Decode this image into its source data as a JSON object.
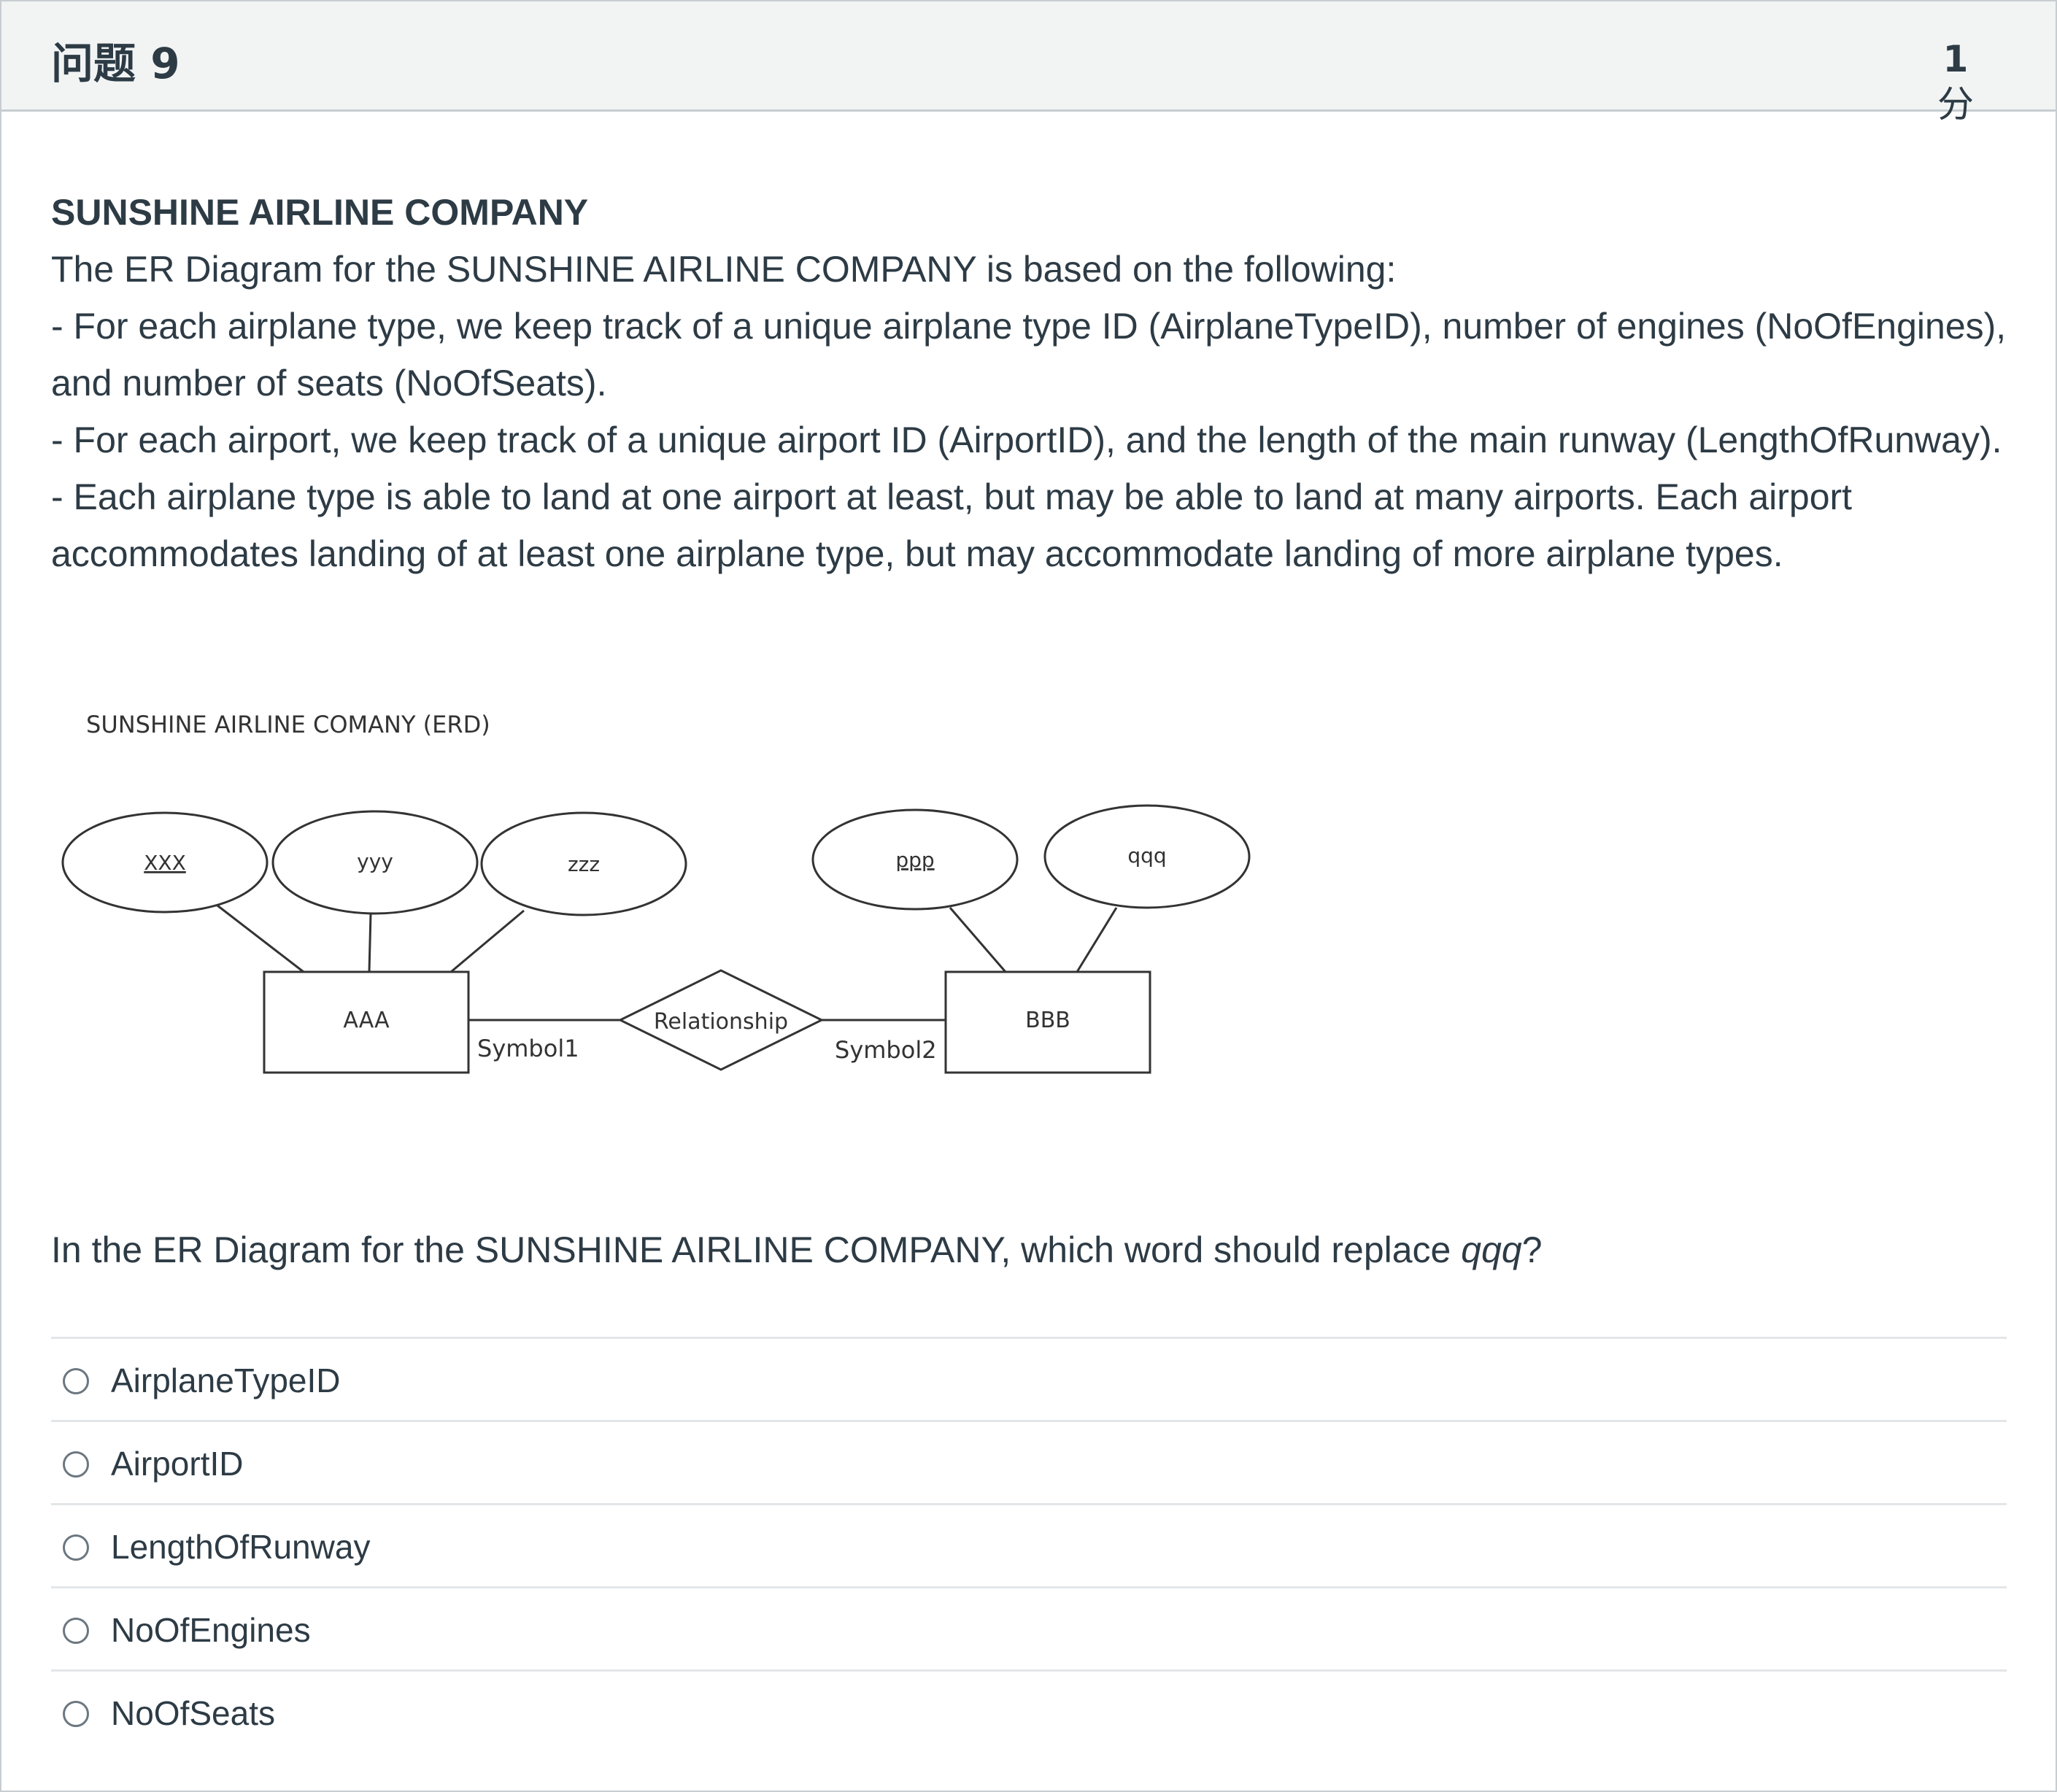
{
  "header": {
    "question_name": "问题 9",
    "points_value": "1",
    "points_unit": "分"
  },
  "question": {
    "title": "SUNSHINE AIRLINE COMPANY",
    "paragraphs": [
      "The ER Diagram for the SUNSHINE AIRLINE COMPANY is based on the following:",
      "- For each airplane type, we keep track of a unique airplane type ID (AirplaneTypeID), number of engines (NoOfEngines), and number of seats (NoOfSeats).",
      "- For each airport, we keep track of a unique airport ID (AirportID), and the length of the main runway (LengthOfRunway).",
      "- Each airplane type is able to land at one airport at least, but may be able to land at many airports. Each airport accommodates landing of at least one airplane type, but may accommodate landing of more airplane types."
    ]
  },
  "diagram": {
    "title": "SUNSHINE AIRLINE COMANY (ERD)",
    "attributes": {
      "xxx": "XXX",
      "yyy": "yyy",
      "zzz": "zzz",
      "ppp": "ppp",
      "qqq": "qqq"
    },
    "entities": {
      "left": "AAA",
      "right": "BBB"
    },
    "relationship": "Relationship",
    "symbols": {
      "left": "Symbol1",
      "right": "Symbol2"
    }
  },
  "prompt": {
    "before": "In the ER Diagram for the SUNSHINE AIRLINE COMPANY, which word should replace ",
    "emphasis": "qqq",
    "after": "?"
  },
  "answers": [
    {
      "label": "AirplaneTypeID",
      "selected": false
    },
    {
      "label": "AirportID",
      "selected": false
    },
    {
      "label": "LengthOfRunway",
      "selected": false
    },
    {
      "label": "NoOfEngines",
      "selected": false
    },
    {
      "label": "NoOfSeats",
      "selected": false
    }
  ]
}
